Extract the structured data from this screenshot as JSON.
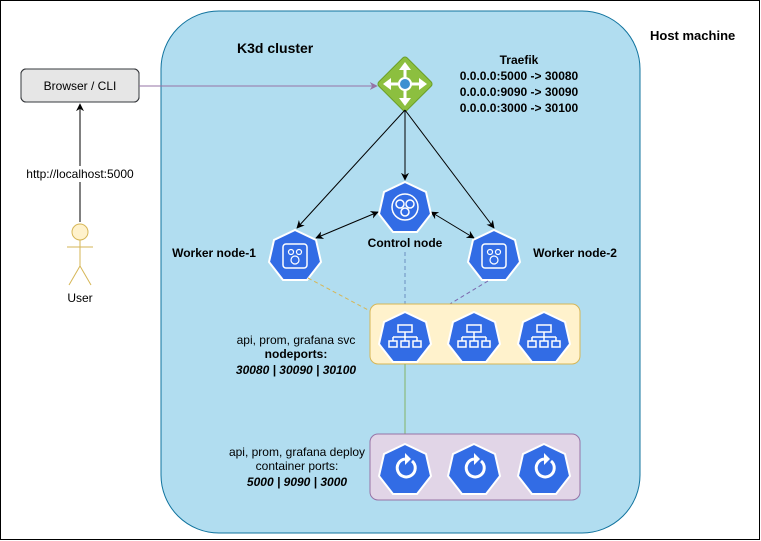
{
  "host": {
    "label": "Host machine"
  },
  "cluster": {
    "label": "K3d cluster"
  },
  "browser": {
    "label": "Browser / CLI"
  },
  "user": {
    "label": "User",
    "url": "http://localhost:5000"
  },
  "traefik": {
    "title": "Traefik",
    "ports": [
      "0.0.0.0:5000 -> 30080",
      "0.0.0.0:9090 -> 30090",
      "0.0.0.0:3000 -> 30100"
    ]
  },
  "nodes": {
    "control": "Control node",
    "worker1": "Worker node-1",
    "worker2": "Worker node-2"
  },
  "svc": {
    "line1": "api, prom, grafana svc",
    "line2": "nodeports:",
    "line3": "30080 | 30090 | 30100"
  },
  "deploy": {
    "line1": "api, prom, grafana deploy",
    "line2": "container ports:",
    "line3": "5000 | 9090 | 3000"
  },
  "colors": {
    "cluster_fill": "#b1ddf0",
    "k8s_blue": "#326ce5",
    "svc_fill": "#fff2cc",
    "deploy_fill": "#e1d5e7",
    "traefik_green": "#8cbf3f",
    "arrow_purple": "#9673a6",
    "arrow_orange": "#d6b656",
    "arrow_blue": "#6c8ebf",
    "arrow_green": "#82b366"
  }
}
